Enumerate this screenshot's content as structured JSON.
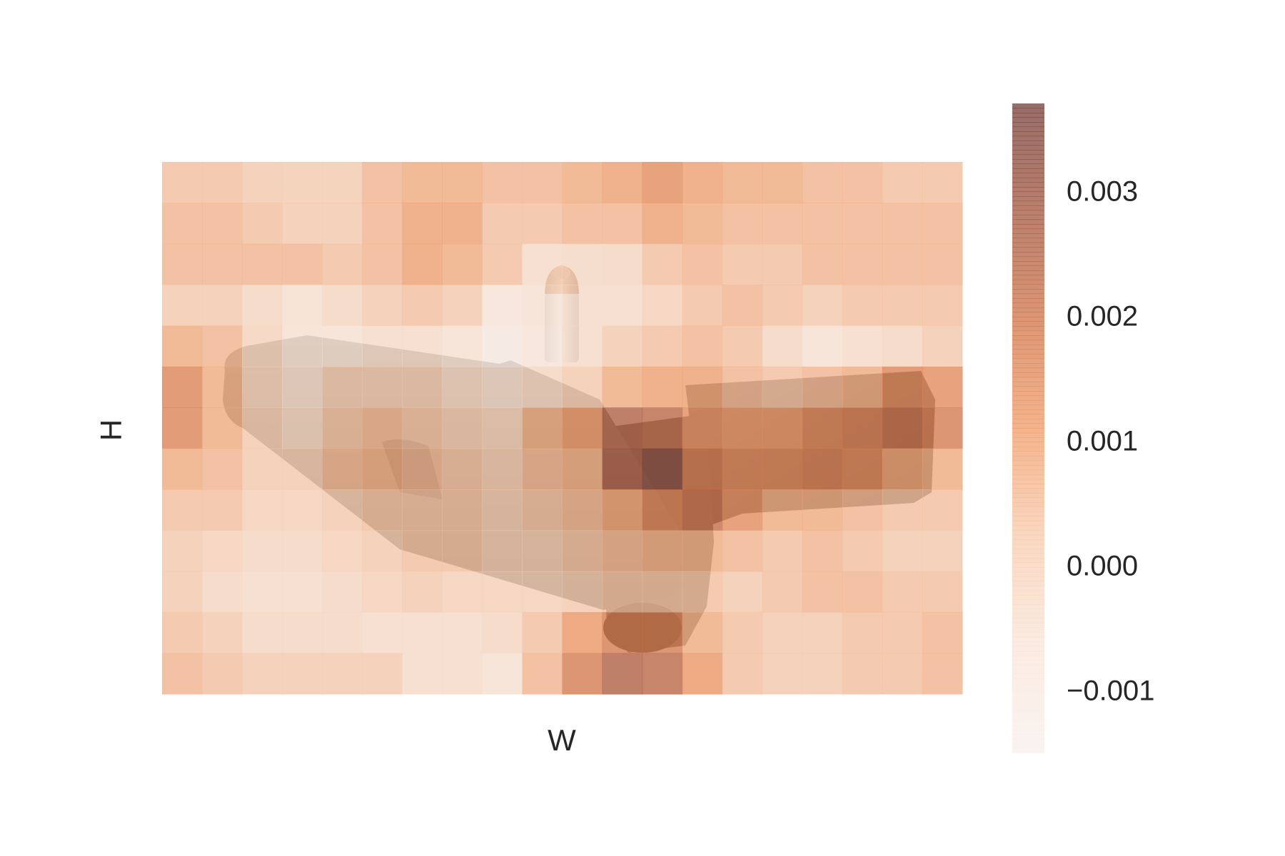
{
  "chart_data": {
    "type": "heatmap",
    "title": "",
    "xlabel": "W",
    "ylabel": "H",
    "grid": false,
    "colormap": [
      "#f7efea",
      "#f9e3d5",
      "#f7c7a6",
      "#ef945d",
      "#cd6a3b",
      "#9c4930",
      "#6b3028"
    ],
    "colorbar": {
      "vmin": -0.0015,
      "vmax": 0.0037,
      "ticks": [
        -0.001,
        0.0,
        0.001,
        0.002,
        0.003
      ],
      "tick_labels": [
        "−0.001",
        "0.000",
        "0.001",
        "0.002",
        "0.003"
      ]
    },
    "background_image": "pistol-and-bullet-photo",
    "overlay_alpha": 0.7,
    "n_rows": 13,
    "n_cols": 20,
    "values": [
      [
        0.0004,
        0.0004,
        0.0002,
        0.0001,
        0.0001,
        0.0006,
        0.0008,
        0.0008,
        0.0006,
        0.0006,
        0.0008,
        0.001,
        0.0014,
        0.001,
        0.0008,
        0.0008,
        0.0006,
        0.0006,
        0.0004,
        0.0004
      ],
      [
        0.0006,
        0.0006,
        0.0004,
        0.0002,
        0.0002,
        0.0006,
        0.001,
        0.001,
        0.0004,
        0.0004,
        0.0006,
        0.0006,
        0.001,
        0.0008,
        0.0006,
        0.0006,
        0.0006,
        0.0006,
        0.0006,
        0.0006
      ],
      [
        0.0006,
        0.0006,
        0.0006,
        0.0006,
        0.0004,
        0.0006,
        0.001,
        0.0008,
        0.0004,
        -0.0004,
        -0.0003,
        -0.0002,
        0.0004,
        0.0006,
        0.0004,
        0.0004,
        0.0006,
        0.0006,
        0.0006,
        0.0006
      ],
      [
        0.0002,
        0.0002,
        -0.0002,
        -0.0005,
        -0.0002,
        0.0002,
        0.0004,
        0.0002,
        -0.0008,
        -0.0006,
        -0.0004,
        -0.0004,
        0.0,
        0.0004,
        0.0006,
        0.0004,
        0.0002,
        0.0004,
        0.0004,
        0.0004
      ],
      [
        0.0008,
        0.0006,
        -0.0001,
        -0.0006,
        -0.0006,
        -0.0004,
        -0.0004,
        -0.0006,
        -0.0012,
        -0.0008,
        -0.0004,
        0.0002,
        0.0004,
        0.0006,
        0.0004,
        -0.0002,
        -0.0006,
        -0.0004,
        -0.0002,
        0.0002
      ],
      [
        0.0016,
        0.0008,
        0.0,
        -0.0004,
        0.0002,
        0.0002,
        0.0002,
        -0.0002,
        -0.0004,
        -0.0002,
        0.0002,
        0.0008,
        0.001,
        0.001,
        0.0006,
        0.0004,
        0.0006,
        0.0008,
        0.0016,
        0.0014
      ],
      [
        0.0016,
        0.0008,
        0.0002,
        -0.0002,
        0.0004,
        0.0006,
        0.0004,
        0.0002,
        0.0,
        0.0008,
        0.0012,
        0.0026,
        0.0024,
        0.0014,
        0.0012,
        0.0012,
        0.0016,
        0.0018,
        0.0022,
        0.0018
      ],
      [
        0.0008,
        0.0006,
        0.0002,
        0.0002,
        0.0006,
        0.0008,
        0.0006,
        0.0004,
        0.0002,
        0.0006,
        0.0008,
        0.0028,
        0.0034,
        0.002,
        0.0016,
        0.0016,
        0.0018,
        0.0016,
        0.001,
        0.0008
      ],
      [
        0.0004,
        0.0004,
        0.0,
        0.0,
        0.0002,
        0.0004,
        0.0004,
        0.0004,
        0.0002,
        0.0004,
        0.0006,
        0.001,
        0.0018,
        0.0022,
        0.0014,
        0.0008,
        0.0008,
        0.0006,
        0.0004,
        0.0004
      ],
      [
        0.0002,
        0.0,
        -0.0002,
        -0.0002,
        0.0,
        0.0002,
        0.0004,
        0.0004,
        0.0002,
        0.0002,
        0.0004,
        0.0006,
        0.0008,
        0.0008,
        0.0006,
        0.0004,
        0.0006,
        0.0004,
        0.0002,
        0.0002
      ],
      [
        0.0002,
        -0.0002,
        -0.0004,
        -0.0004,
        -0.0002,
        0.0,
        0.0002,
        0.0,
        0.0,
        0.0,
        0.0002,
        0.0004,
        0.0004,
        0.0004,
        0.0002,
        0.0004,
        0.0006,
        0.0006,
        0.0004,
        0.0004
      ],
      [
        0.0004,
        0.0002,
        -0.0002,
        -0.0002,
        -0.0002,
        -0.0004,
        -0.0004,
        -0.0004,
        -0.0002,
        0.0004,
        0.0012,
        0.0018,
        0.0018,
        0.0008,
        0.0004,
        0.0002,
        0.0002,
        0.0004,
        0.0004,
        0.0006
      ],
      [
        0.0006,
        0.0004,
        0.0002,
        0.0002,
        0.0002,
        0.0002,
        -0.0004,
        -0.0004,
        -0.0006,
        0.0006,
        0.0018,
        0.0026,
        0.0024,
        0.0012,
        0.0004,
        0.0002,
        0.0002,
        0.0004,
        0.0004,
        0.0006
      ]
    ]
  }
}
